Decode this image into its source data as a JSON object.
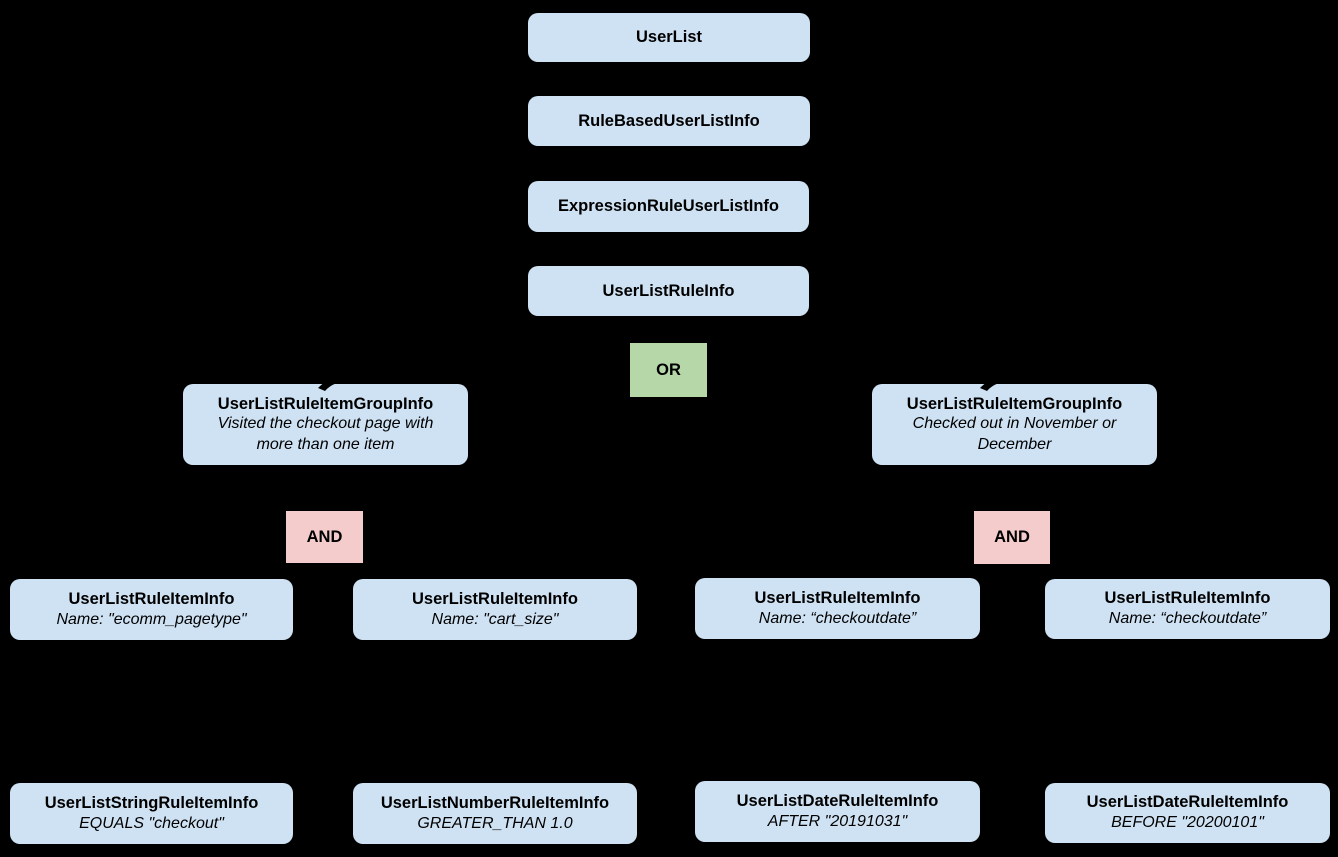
{
  "colors": {
    "background": "#000000",
    "node_fill": "#cfe2f3",
    "or_fill": "#b6d7a8",
    "and_fill": "#f4cccc",
    "text": "#000000"
  },
  "nodes": {
    "user_list": {
      "label": "UserList"
    },
    "rule_based_user_list_info": {
      "label": "RuleBasedUserListInfo"
    },
    "expression_rule_user_list_info": {
      "label": "ExpressionRuleUserListInfo"
    },
    "user_list_rule_info": {
      "label": "UserListRuleInfo"
    },
    "or_operator": {
      "label": "OR"
    },
    "group_left": {
      "title": "UserListRuleItemGroupInfo",
      "description": "Visited the checkout page with more than one item"
    },
    "group_right": {
      "title": "UserListRuleItemGroupInfo",
      "description": "Checked out in November or December"
    },
    "and_operator_left": {
      "label": "AND"
    },
    "and_operator_right": {
      "label": "AND"
    },
    "rule_items": [
      {
        "title": "UserListRuleItemInfo",
        "detail": "Name: \"ecomm_pagetype\""
      },
      {
        "title": "UserListRuleItemInfo",
        "detail": "Name: \"cart_size\""
      },
      {
        "title": "UserListRuleItemInfo",
        "detail": "Name: “checkoutdate”"
      },
      {
        "title": "UserListRuleItemInfo",
        "detail": "Name: “checkoutdate”"
      }
    ],
    "operands": [
      {
        "title": "UserListStringRuleItemInfo",
        "detail": "EQUALS \"checkout\""
      },
      {
        "title": "UserListNumberRuleItemInfo",
        "detail": "GREATER_THAN 1.0"
      },
      {
        "title": "UserListDateRuleItemInfo",
        "detail": "AFTER \"20191031\""
      },
      {
        "title": "UserListDateRuleItemInfo",
        "detail": "BEFORE \"20200101\""
      }
    ]
  }
}
